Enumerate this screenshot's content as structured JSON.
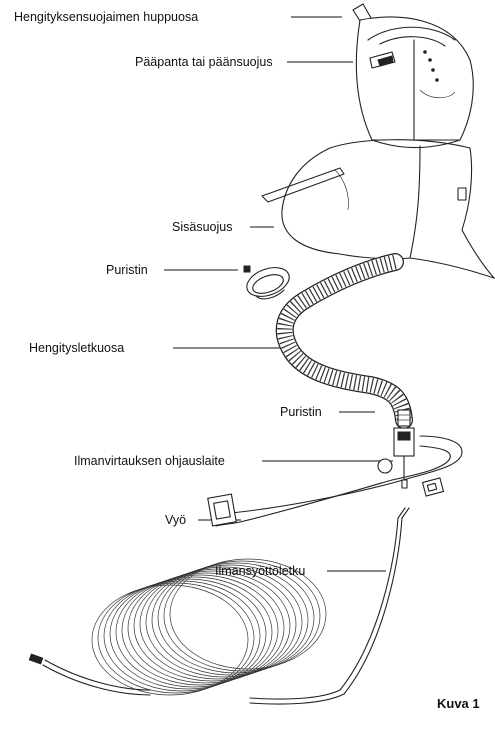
{
  "labels": {
    "hood_part": "Hengityksensuojaimen huppuosa",
    "headband": "Pääpanta tai päänsuojus",
    "inner_shield": "Sisäsuojus",
    "clamp_top": "Puristin",
    "breathing_hose": "Hengitysletkuosa",
    "clamp_bottom": "Puristin",
    "airflow_control": "Ilmanvirtauksen ohjauslaite",
    "belt": "Vyö",
    "air_supply_hose": "Ilmansyöttöletku"
  },
  "caption": "Kuva 1",
  "colors": {
    "ink": "#222222",
    "background": "#ffffff"
  }
}
